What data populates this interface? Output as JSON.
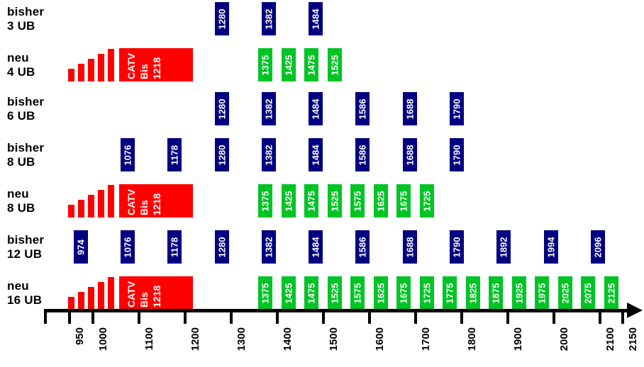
{
  "chart_data": {
    "type": "bar",
    "title": "",
    "xlabel": "",
    "ylabel": "",
    "orientation": "horizontal-frequency-allocation",
    "axis": {
      "unit": "MHz",
      "ticks": [
        950,
        1000,
        1100,
        1200,
        1300,
        1400,
        1500,
        1600,
        1700,
        1800,
        1900,
        2000,
        2100,
        2150
      ],
      "range": [
        930,
        2160
      ],
      "grid": false
    },
    "legend_position": "none",
    "colors": {
      "blue": "#000080",
      "green": "#00c425",
      "red": "#fe0000",
      "text_on_box": "#ffffff",
      "axis": "#000000"
    },
    "catv_block": {
      "label_line1": "CATV",
      "label_line2": "Bis",
      "label_line3": "1218",
      "start": 950,
      "end": 1218
    },
    "series": [
      {
        "name": "bisher 3 UB",
        "label_line1": "bisher",
        "label_line2": "3 UB",
        "color": "blue",
        "has_catv": false,
        "values": [
          1280,
          1382,
          1484
        ]
      },
      {
        "name": "neu 4 UB",
        "label_line1": "neu",
        "label_line2": "4 UB",
        "color": "green",
        "has_catv": true,
        "values": [
          1375,
          1425,
          1475,
          1525
        ]
      },
      {
        "name": "bisher 6 UB",
        "label_line1": "bisher",
        "label_line2": "6 UB",
        "color": "blue",
        "has_catv": false,
        "values": [
          1280,
          1382,
          1484,
          1586,
          1688,
          1790
        ]
      },
      {
        "name": "bisher 8 UB",
        "label_line1": "bisher",
        "label_line2": "8 UB",
        "color": "blue",
        "has_catv": false,
        "values": [
          1076,
          1178,
          1280,
          1382,
          1484,
          1586,
          1688,
          1790
        ]
      },
      {
        "name": "neu 8 UB",
        "label_line1": "neu",
        "label_line2": "8 UB",
        "color": "green",
        "has_catv": true,
        "values": [
          1375,
          1425,
          1475,
          1525,
          1575,
          1625,
          1675,
          1725
        ]
      },
      {
        "name": "bisher 12 UB",
        "label_line1": "bisher",
        "label_line2": "12 UB",
        "color": "blue",
        "has_catv": false,
        "values": [
          974,
          1076,
          1178,
          1280,
          1382,
          1484,
          1586,
          1688,
          1790,
          1892,
          1994,
          2096
        ]
      },
      {
        "name": "neu 16 UB",
        "label_line1": "neu",
        "label_line2": "16 UB",
        "color": "green",
        "has_catv": true,
        "values": [
          1375,
          1425,
          1475,
          1525,
          1575,
          1625,
          1675,
          1725,
          1775,
          1825,
          1875,
          1925,
          1975,
          2025,
          2075,
          2125
        ]
      }
    ]
  }
}
